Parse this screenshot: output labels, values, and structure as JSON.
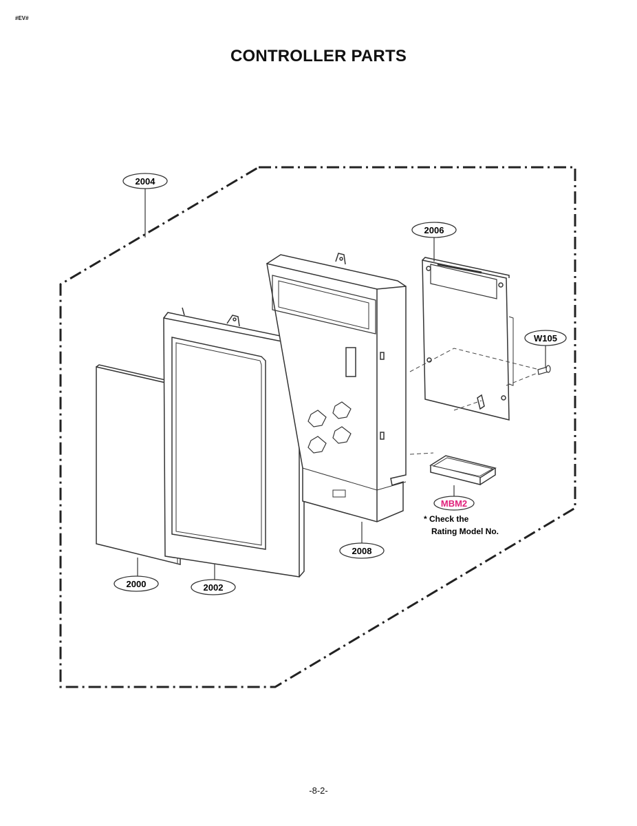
{
  "header": {
    "corner_mark": "#EV#",
    "title": "CONTROLLER PARTS"
  },
  "parts": {
    "p2004": "2004",
    "p2006": "2006",
    "pW105": "W105",
    "pMBM2": "MBM2",
    "p2008": "2008",
    "p2000": "2000",
    "p2002": "2002"
  },
  "note": {
    "line1": "* Check the",
    "line2": "Rating Model No."
  },
  "colors": {
    "highlight": "#e0207a",
    "line": "#333333"
  },
  "footer": {
    "page_number": "-8-2-"
  }
}
